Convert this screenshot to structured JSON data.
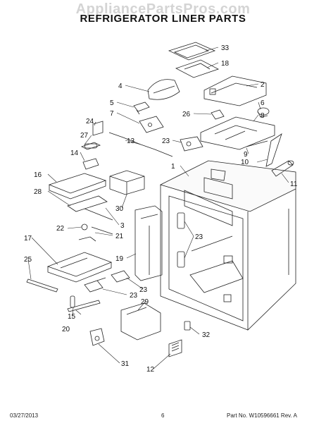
{
  "watermark": "AppliancePartsPros.com",
  "title": "REFRIGERATOR LINER PARTS",
  "footer": {
    "date": "03/27/2013",
    "page": "6",
    "part_no": "Part No. W10596661  Rev. A"
  },
  "callouts": {
    "c33": "33",
    "c18": "18",
    "c4": "4",
    "c2": "2",
    "c5": "5",
    "c6": "6",
    "c7": "7",
    "c26": "26",
    "c8": "8",
    "c24": "24",
    "c27": "27",
    "c13": "13",
    "c23a": "23",
    "c9": "9",
    "c10": "10",
    "c14": "14",
    "c1": "1",
    "c11": "11",
    "c16": "16",
    "c28": "28",
    "c30": "30",
    "c3": "3",
    "c22": "22",
    "c21": "21",
    "c23b": "23",
    "c17": "17",
    "c19": "19",
    "c25": "25",
    "c23c": "23",
    "c23d": "23",
    "c15": "15",
    "c29": "29",
    "c20": "20",
    "c32": "32",
    "c31": "31",
    "c12": "12"
  }
}
